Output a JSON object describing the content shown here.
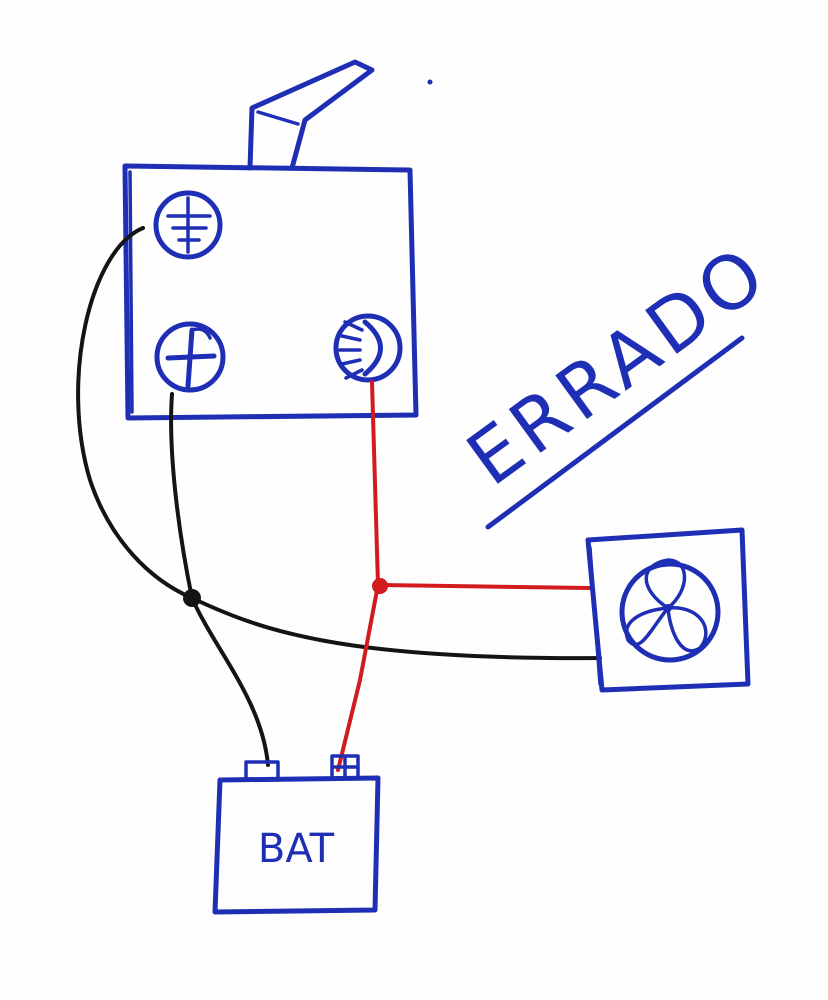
{
  "diagram": {
    "relay": {
      "terminals": [
        "ground-symbol",
        "positive-symbol",
        "lamp-symbol"
      ]
    },
    "fan": {
      "symbol": "fan-icon"
    },
    "battery": {
      "label": "BAT"
    },
    "annotation": {
      "text": "ERRADO"
    },
    "colors": {
      "ink": "#1f2fb5",
      "wire_negative": "#141414",
      "wire_positive": "#d21a1f"
    }
  }
}
